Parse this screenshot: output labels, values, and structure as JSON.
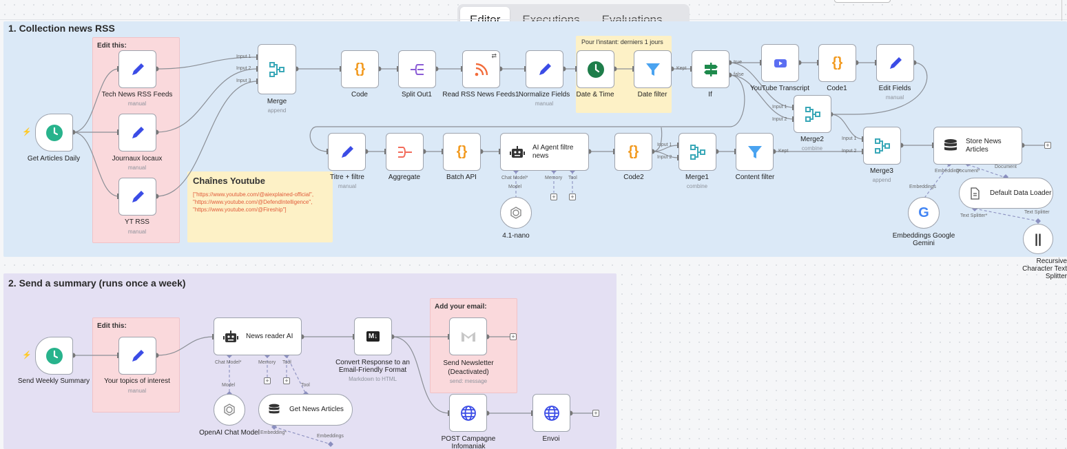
{
  "tabs": {
    "editor": "Editor",
    "executions": "Executions",
    "evaluations": "Evaluations"
  },
  "groups": {
    "g1": "1. Collection news RSS",
    "g2": "2. Send a summary (runs once a week)"
  },
  "stickies": {
    "edit1": "Edit this:",
    "instant": "Pour l'instant: derniers 1 jours",
    "youtube_title": "Chaînes Youtube",
    "youtube_body": [
      "[\"https://www.youtube.com/@aiexplained-official\",",
      "\"https://www.youtube.com/@DefendIntelligence\",",
      "\"https://www.youtube.com/@Fireship\"]"
    ],
    "edit2": "Edit this:",
    "email": "Add your email:"
  },
  "nodes": {
    "get_articles": "Get Articles Daily",
    "tech_news": "Tech News RSS Feeds",
    "tech_news_sub": "manual",
    "journaux": "Journaux locaux",
    "journaux_sub": "manual",
    "yt_rss": "YT RSS",
    "yt_rss_sub": "manual",
    "merge": "Merge",
    "merge_sub": "append",
    "code": "Code",
    "split_out": "Split Out1",
    "read_rss": "Read RSS News Feeds1",
    "normalize": "Normalize Fields",
    "normalize_sub": "manual",
    "date_time": "Date & Time",
    "date_filter": "Date filter",
    "if": "If",
    "yt_transcript": "YouTube Transcript",
    "code1": "Code1",
    "edit_fields": "Edit Fields",
    "edit_fields_sub": "manual",
    "merge2": "Merge2",
    "merge2_sub": "combine",
    "titre": "Titre + filtre",
    "titre_sub": "manual",
    "aggregate": "Aggregate",
    "batch_api": "Batch API",
    "ai_agent": "AI Agent filtre news",
    "code2": "Code2",
    "merge1": "Merge1",
    "merge1_sub": "combine",
    "content_filter": "Content filter",
    "merge3": "Merge3",
    "merge3_sub": "append",
    "store_news": "Store News Articles",
    "gpt_nano": "4.1-nano",
    "default_loader": "Default Data Loader",
    "embeddings_google": "Embeddings Google Gemini",
    "recursive": "Recursive Character Text Splitter",
    "send_weekly": "Send Weekly Summary",
    "topics": "Your topics of interest",
    "topics_sub": "manual",
    "news_reader": "News reader AI",
    "convert": "Convert Response to an Email-Friendly Format",
    "convert_sub": "Markdown to HTML",
    "send_newsletter": "Send Newsletter (Deactivated)",
    "send_newsletter_sub": "send: message",
    "post_campagne": "POST Campagne Infomaniak",
    "envoi": "Envoi",
    "openai_chat": "OpenAI Chat Model",
    "get_news": "Get News Articles"
  },
  "ports": {
    "input1": "Input 1",
    "input2": "Input 2",
    "input3": "Input 3",
    "kept": "Kept",
    "true": "true",
    "false": "false",
    "chat_model": "Chat Model*",
    "model": "Model",
    "memory": "Memory",
    "tool": "Tool",
    "embedding": "Embedding*",
    "embeddings": "Embeddings",
    "document": "Document*",
    "document2": "Document",
    "text_splitter": "Text Splitter*",
    "text_splitter2": "Text Splitter"
  },
  "colors": {
    "group1_bg": "#dbe9f7",
    "group2_bg": "#e4e0f3",
    "edit_sticky": "#fad9dc",
    "yellow_sticky": "#fdf1c6",
    "accent_blue": "#3b4ce6"
  },
  "icons": {
    "pencil": "pencil-icon",
    "clock": "clock-icon",
    "merge": "merge-icon",
    "code": "code-braces-icon",
    "rss": "rss-icon",
    "filter": "filter-icon",
    "robot": "robot-icon",
    "database": "database-icon",
    "globe": "globe-icon",
    "gmail": "gmail-icon"
  }
}
